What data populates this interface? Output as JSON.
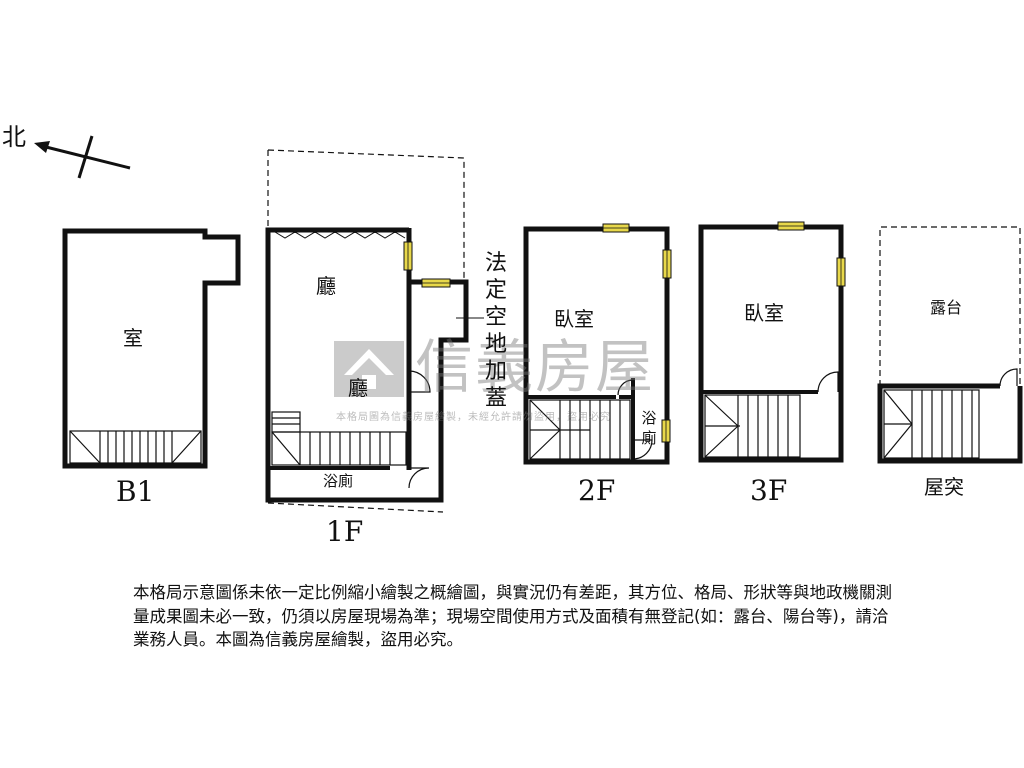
{
  "compass": {
    "label": "北"
  },
  "floors": {
    "b1": {
      "name": "B1",
      "room": "室"
    },
    "f1": {
      "name": "1F",
      "hall_top": "廳",
      "hall_bottom": "廳",
      "bath": "浴廁",
      "side_note": "法定空地加蓋"
    },
    "f2": {
      "name": "2F",
      "bedroom": "臥室",
      "bath": "浴廁"
    },
    "f3": {
      "name": "3F",
      "bedroom": "臥室"
    },
    "roof": {
      "name": "屋突",
      "terrace": "露台"
    }
  },
  "watermark": {
    "brand": "信義房屋",
    "sub": "本格局圖為信義房屋繪製，未經允許請勿盜用，盜用必究"
  },
  "notice": "本格局示意圖係未依一定比例縮小繪製之概繪圖，與實況仍有差距，其方位、格局、形狀等與地政機關測量成果圖未必一致，仍須以房屋現場為準；現場空間使用方式及面積有無登記(如：露台、陽台等)，請洽業務人員。本圖為信義房屋繪製，盜用必究。",
  "colors": {
    "wall": "#111111",
    "window": "#e8d84a",
    "watermark": "#8a8a8a"
  }
}
